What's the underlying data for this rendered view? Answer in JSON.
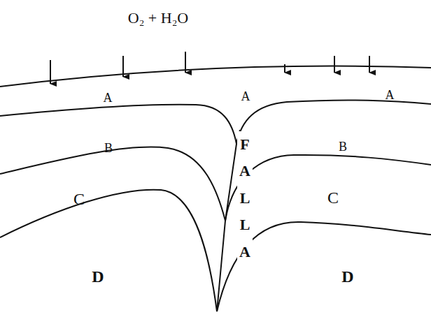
{
  "diagram": {
    "labels": [
      "O₂ + H₂O",
      "A",
      "A",
      "A",
      "B",
      "B",
      "C",
      "C",
      "D",
      "D",
      "FALLA"
    ]
  }
}
